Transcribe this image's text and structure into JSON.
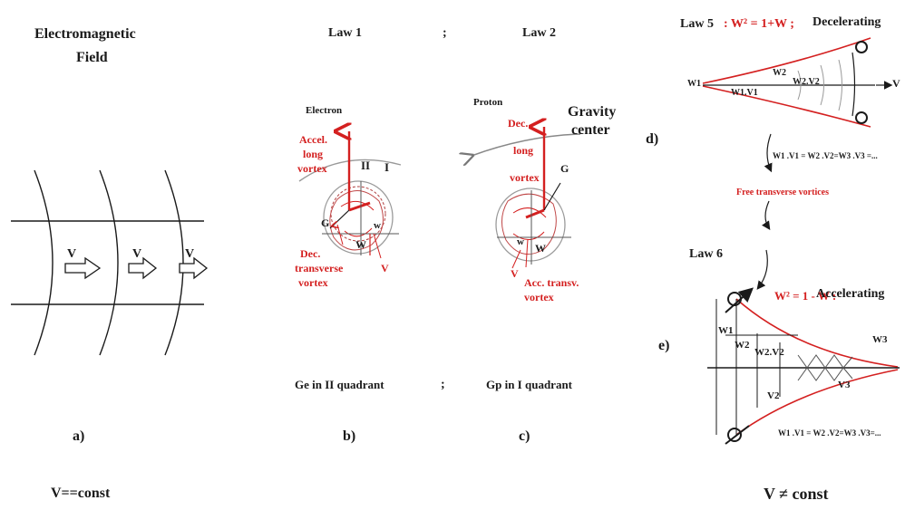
{
  "panel_a": {
    "title_line1": "Electromagnetic",
    "title_line2": "Field",
    "v_labels": [
      "V",
      "V",
      "V"
    ],
    "caption": "a)",
    "footer": "V==const"
  },
  "panel_bc": {
    "law1": "Law 1",
    "separator": ";",
    "law2": "Law 2",
    "electron": "Electron",
    "accel_long_1": "Accel.",
    "accel_long_2": "long",
    "accel_long_3": "vortex",
    "quadrant_II": "II",
    "quadrant_I": "I",
    "g_label_b": "G",
    "w_label_b1": "W",
    "w_label_b2": "w",
    "dec_trans_1": "Dec.",
    "dec_trans_2": "transverse",
    "dec_trans_3": "vortex",
    "v_label_b": "V",
    "proton": "Proton",
    "dec_long_1": "Dec.",
    "dec_long_2": "long",
    "dec_long_3": "vortex",
    "gravity_1": "Gravity",
    "gravity_2": "center",
    "g_label_c": "G",
    "w_label_c1": "w",
    "w_label_c2": "W",
    "v_label_c": "V",
    "acc_trans_1": "Acc. transv.",
    "acc_trans_2": "vortex",
    "ge_text": "Ge in II quadrant",
    "gp_text": "Gp in I quadrant",
    "caption_b": "b)",
    "caption_c": "c)"
  },
  "panel_de": {
    "law5": "Law 5",
    "law5_formula": ": W² = 1+W ;",
    "decelerating": "Decelerating",
    "d_w1": "W1",
    "d_w1v1": "W1.V1",
    "d_w2": "W2",
    "d_w2v2": "W2.V2",
    "d_v": "V",
    "d_equation": "W1 .V1 = W2 .V2=W3 .V3 =...",
    "free_transverse": "Free transverse vortices",
    "caption_d": "d)",
    "law6": "Law 6",
    "law6_formula": "W² = 1 - W :",
    "accelerating": "Accelerating",
    "e_w1": "W1",
    "e_w2": "W2",
    "e_w2v2": "W2.V2",
    "e_w3": "W3",
    "e_v3": "V3",
    "e_v2": "V2",
    "e_equation": "W1 .V1 = W2 .V2=W3 .V3=...",
    "caption_e": "e)",
    "footer": "V ≠ const"
  },
  "colors": {
    "red": "#d42020",
    "ink": "#1a1a1a",
    "grey": "#888888"
  }
}
